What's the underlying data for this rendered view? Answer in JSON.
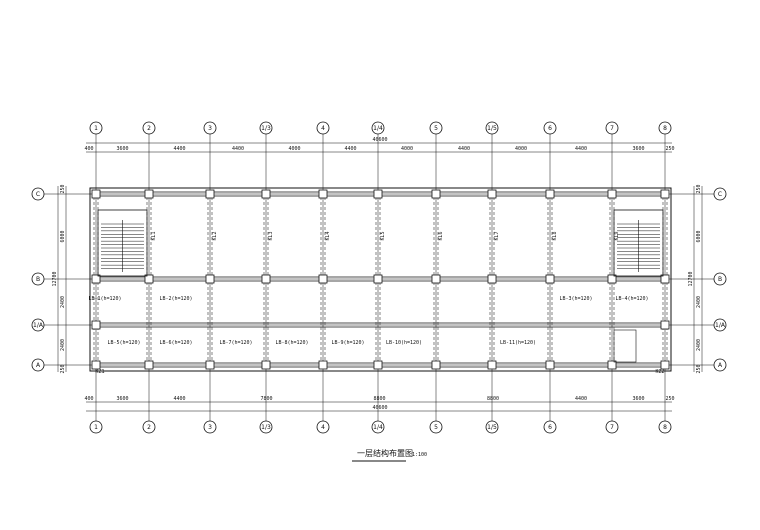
{
  "drawing": {
    "title": "一层结构布置图",
    "scale": "1:100"
  },
  "axes": {
    "vertical": [
      "1",
      "2",
      "3",
      "1/3",
      "4",
      "1/4",
      "5",
      "1/5",
      "6",
      "7",
      "8"
    ],
    "horizontal": [
      "C",
      "B",
      "1/A",
      "A"
    ]
  },
  "dimensions": {
    "top_segments": [
      "3600",
      "4400",
      "4400",
      "4000",
      "4400",
      "4000",
      "4400",
      "4000",
      "4400",
      "3600"
    ],
    "top_total": "40600",
    "top_left_edge": "400",
    "top_right_edge": "250",
    "bottom_segments": [
      "3600",
      "4400",
      "7800",
      "8800",
      "8800",
      "4400",
      "3600"
    ],
    "bottom_total": "40600",
    "bottom_left_edge": "400",
    "bottom_right_edge": "250",
    "left_segments": [
      "6000",
      "2400",
      "2400"
    ],
    "left_total": "12700",
    "right_segments": [
      "6000",
      "2400",
      "2400"
    ],
    "right_total": "12700",
    "edge_offsets": [
      "250",
      "250"
    ]
  },
  "beam_labels": {
    "vertical_beams": [
      "KL1",
      "KL2",
      "KL3",
      "KL4",
      "KL5",
      "KL6",
      "KL7",
      "KL8",
      "KL9"
    ],
    "slab_labels": [
      "LB-1(h=120)",
      "LB-2(h=120)",
      "LB-3(h=120)",
      "LB-4(h=120)",
      "LB-5(h=120)",
      "LB-6(h=120)",
      "LB-7(h=120)",
      "LB-8(h=120)",
      "LB-9(h=120)",
      "LB-10(h=120)",
      "LB-11(h=120)"
    ],
    "column_labels": [
      "KZ1",
      "KZ2"
    ]
  },
  "colors": {
    "line": "#111111",
    "dash": "#333333"
  }
}
